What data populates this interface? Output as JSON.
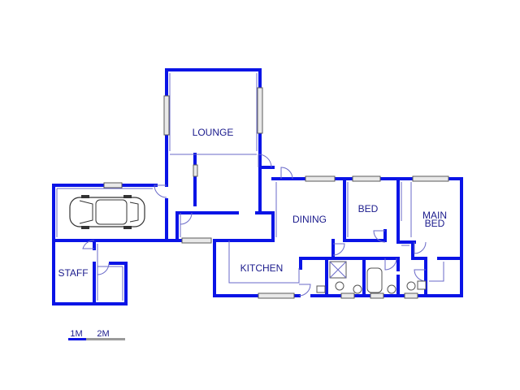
{
  "rooms": {
    "lounge": "LOUNGE",
    "dining": "DINING",
    "bed": "BED",
    "main_bed_line1": "MAIN",
    "main_bed_line2": "BED",
    "kitchen": "KITCHEN",
    "staff": "STAFF"
  },
  "scale": {
    "label_1": "1M",
    "label_2": "2M"
  },
  "colors": {
    "wall": "#0a14e6",
    "label": "#1a1a8c"
  }
}
